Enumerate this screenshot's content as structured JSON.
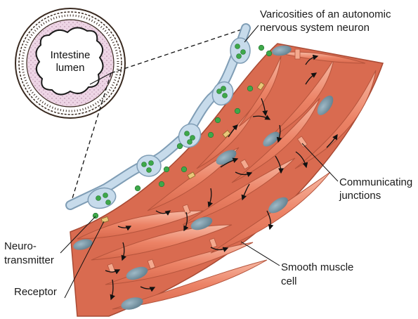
{
  "labels": {
    "lumen_line1": "Intestine",
    "lumen_line2": "lumen",
    "varicosities_line1": "Varicosities of an autonomic",
    "varicosities_line2": "nervous system neuron",
    "communicating_line1": "Communicating",
    "communicating_line2": "junctions",
    "neurotransmitter_line1": "Neuro-",
    "neurotransmitter_line2": "transmitter",
    "smooth_line1": "Smooth muscle",
    "smooth_line2": "cell",
    "receptor": "Receptor"
  },
  "colors": {
    "muscle": "#ec8366",
    "muscle_light": "#f6b09a",
    "muscle_dark": "#c85a42",
    "nucleus": "#6f8f9e",
    "neuron": "#bcd3e4",
    "neuron_edge": "#7f9db5",
    "vesicle": "#3ea84a",
    "receptor": "#e9c77a",
    "lumen_wall": "#e8cfe0",
    "arrow": "#111111"
  }
}
